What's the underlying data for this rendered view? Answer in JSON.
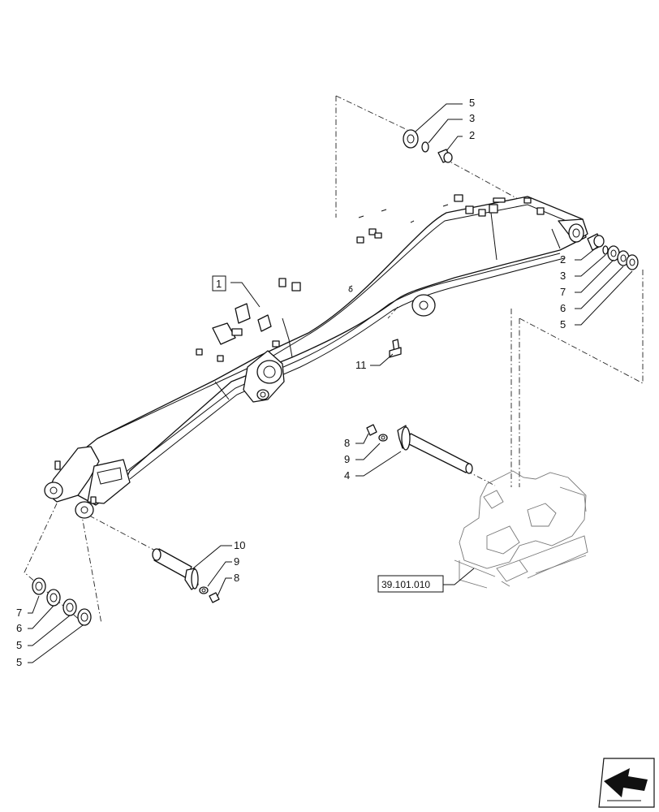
{
  "callouts": {
    "boom": "1",
    "top_washer": "5",
    "top_oring": "3",
    "top_bushing": "2",
    "r_bushing": "2",
    "r_oring": "3",
    "r_shim_7": "7",
    "r_shim_6": "6",
    "r_washer_5": "5",
    "grease": "11",
    "bolt_top": "8",
    "washer_top": "9",
    "pin_top": "4",
    "pin_bottom": "10",
    "washer_bottom": "9",
    "bolt_bottom": "8",
    "l_shim_7": "7",
    "l_shim_6": "6",
    "l_washer_5a": "5",
    "l_washer_5b": "5"
  },
  "reference_box": "39.101.010",
  "icons": {
    "corner": "next-page-arrow-icon"
  }
}
